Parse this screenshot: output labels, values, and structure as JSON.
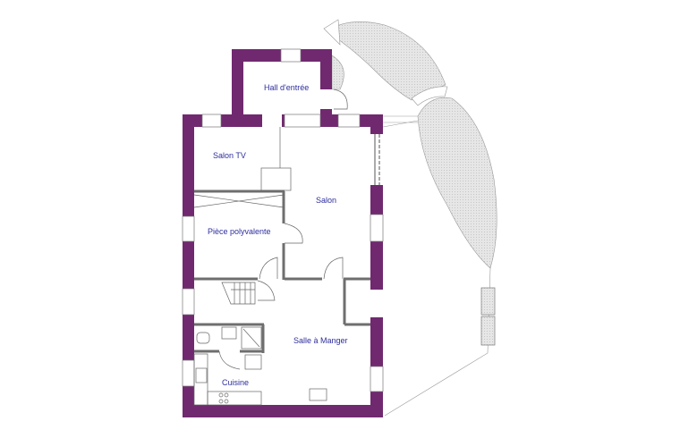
{
  "colors": {
    "wall": "#70296f",
    "label": "#2e2e9e",
    "garden": "#e4e4e4",
    "inner_wall": "#6e6e6e"
  },
  "rooms": [
    {
      "id": "hall",
      "label": "Hall d'entrée"
    },
    {
      "id": "salon-tv",
      "label": "Salon TV"
    },
    {
      "id": "salon",
      "label": "Salon"
    },
    {
      "id": "piece",
      "label": "Pièce polyvalente"
    },
    {
      "id": "salle",
      "label": "Salle à Manger"
    },
    {
      "id": "cuisine",
      "label": "Cuisine"
    }
  ]
}
